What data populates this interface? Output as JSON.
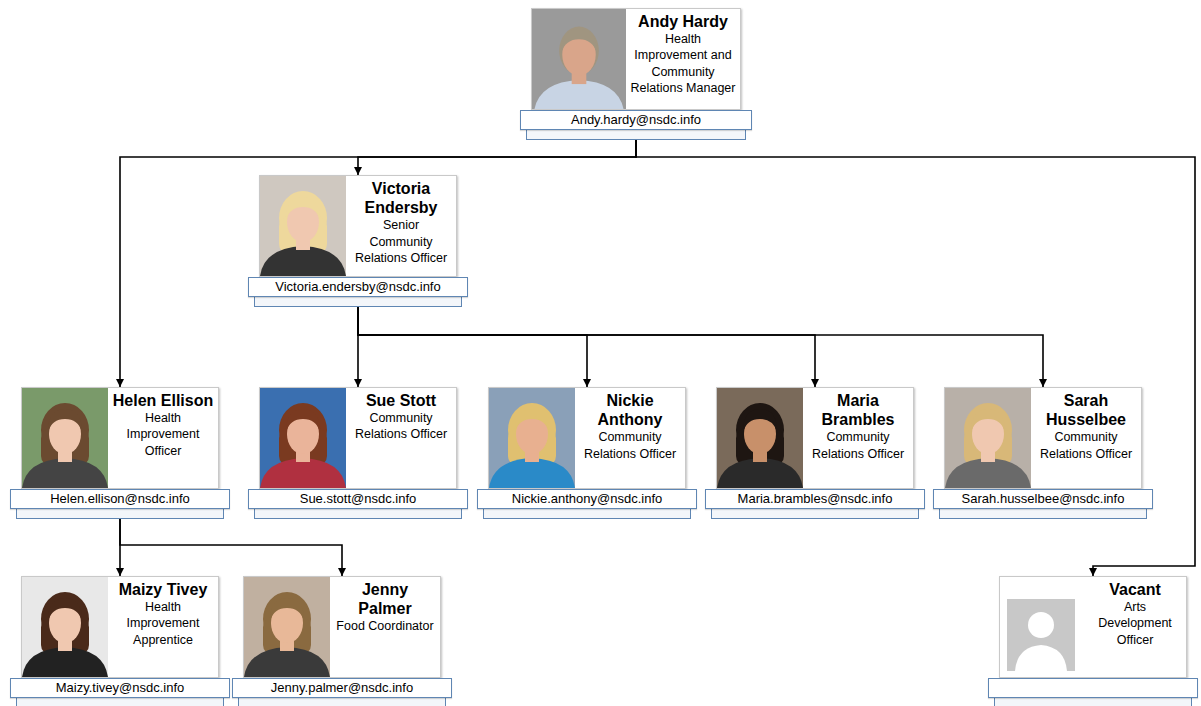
{
  "diagram": {
    "nodes": [
      {
        "text": [
          "Andy Hardy",
          "Health Improvement and Community Relations Manager",
          "Andy.hardy@nsdc.info"
        ]
      },
      {
        "text": [
          "Victoria Endersby",
          "Senior Community Relations Officer",
          "Victoria.endersby@nsdc.info"
        ]
      },
      {
        "text": [
          "Helen Ellison",
          "Health Improvement Officer",
          "Helen.ellison@nsdc.info"
        ]
      },
      {
        "text": [
          "Sue Stott",
          "Community Relations Officer",
          "Sue.stott@nsdc.info"
        ]
      },
      {
        "text": [
          "Nickie Anthony",
          "Community Relations Officer",
          "Nickie.anthony@nsdc.info"
        ]
      },
      {
        "text": [
          "Maria Brambles",
          "Community Relations Officer",
          "Maria.brambles@nsdc.info"
        ]
      },
      {
        "text": [
          "Sarah Husselbee",
          "Community Relations Officer",
          "Sarah.husselbee@nsdc.info"
        ]
      },
      {
        "text": [
          "Maizy Tivey",
          "Health Improvement Apprentice",
          "Maizy.tivey@nsdc.info"
        ]
      },
      {
        "text": [
          "Jenny Palmer",
          "Food Coordinator",
          "Jenny.palmer@nsdc.info"
        ]
      },
      {
        "text": [
          "Vacant",
          "Arts Development Officer"
        ]
      }
    ],
    "edges": [
      {
        "from": 0,
        "to": 1,
        "arrow": "to"
      },
      {
        "from": 0,
        "to": 2,
        "arrow": "to"
      },
      {
        "from": 0,
        "to": 9,
        "arrow": "to"
      },
      {
        "from": 1,
        "to": 3,
        "arrow": "to"
      },
      {
        "from": 1,
        "to": 4,
        "arrow": "to"
      },
      {
        "from": 1,
        "to": 5,
        "arrow": "to"
      },
      {
        "from": 1,
        "to": 6,
        "arrow": "to"
      },
      {
        "from": 2,
        "to": 7,
        "arrow": "to"
      },
      {
        "from": 2,
        "to": 8,
        "arrow": "to"
      }
    ]
  }
}
